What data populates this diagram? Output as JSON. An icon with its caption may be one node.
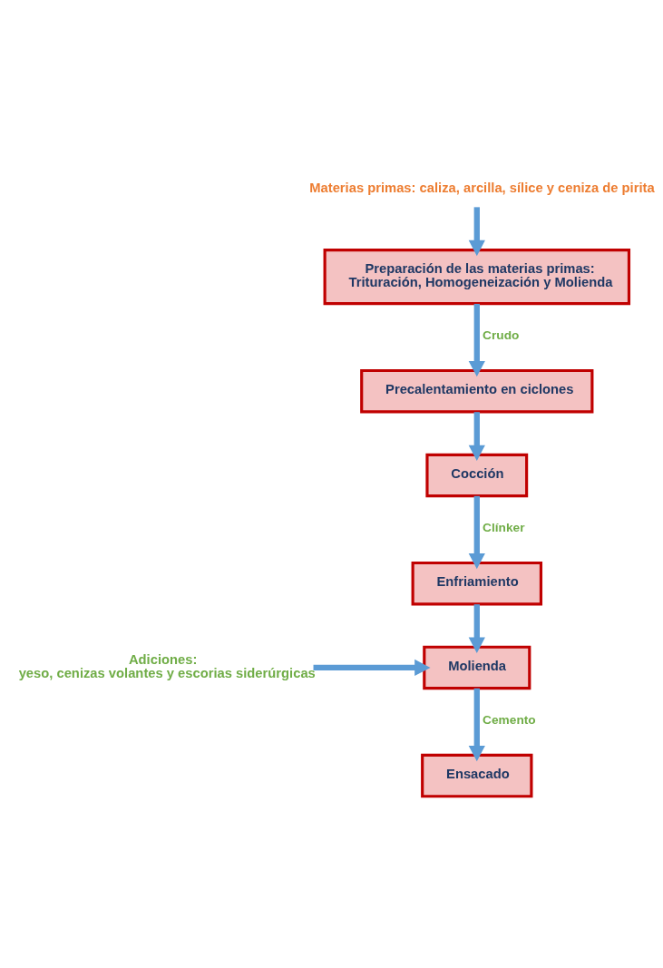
{
  "diagram": {
    "nodes": [
      {
        "text": [
          "Materias primas: caliza, arcilla, sílice y ceniza de pirita"
        ]
      },
      {
        "text": [
          "Preparación de las materias primas:",
          "Trituración, Homogeneización y Molienda"
        ]
      },
      {
        "text": [
          "Precalentamiento en ciclones"
        ]
      },
      {
        "text": [
          "Cocción"
        ]
      },
      {
        "text": [
          "Enfriamiento"
        ]
      },
      {
        "text": [
          "Molienda"
        ]
      },
      {
        "text": [
          "Adiciones:",
          "yeso, cenizas volantes y escorias siderúrgicas"
        ]
      },
      {
        "text": [
          "Ensacado"
        ]
      }
    ],
    "edges": [
      {
        "from": 0,
        "to": 1,
        "arrow": "to"
      },
      {
        "from": 1,
        "to": 2,
        "arrow": "to",
        "label": "Crudo"
      },
      {
        "from": 2,
        "to": 3,
        "arrow": "to"
      },
      {
        "from": 3,
        "to": 4,
        "arrow": "to",
        "label": "Clínker"
      },
      {
        "from": 4,
        "to": 5,
        "arrow": "to"
      },
      {
        "from": 6,
        "to": 5,
        "arrow": "to"
      },
      {
        "from": 5,
        "to": 7,
        "arrow": "to",
        "label": "Cemento"
      }
    ]
  }
}
